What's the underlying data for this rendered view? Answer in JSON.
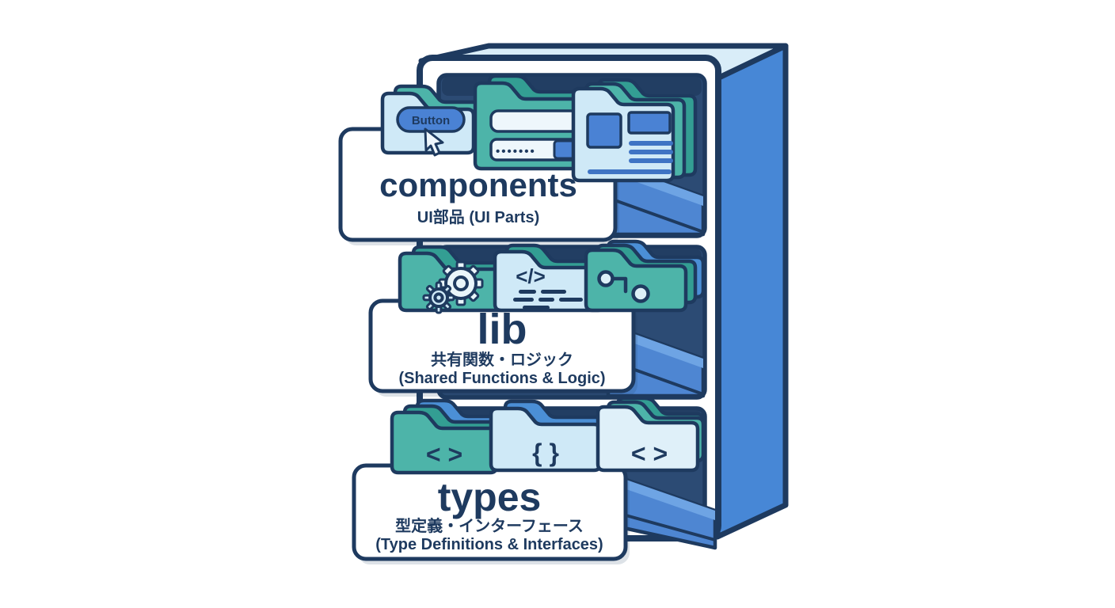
{
  "illustration": {
    "kind": "isometric-drawer-cabinet-folder-structure",
    "background": "#ffffff",
    "palette": {
      "outline_navy": "#1e3a5f",
      "drawer_interior": "#2c4b74",
      "drawer_interior_dark": "#223e63",
      "teal_folder": "#4db4a9",
      "teal_folder_dark": "#339e93",
      "light_blue_folder": "#cfe9f7",
      "blue_accent": "#4a82d4",
      "folder_blue": "#4b8fd6",
      "cabinet_side_blue": "#4787d6",
      "cabinet_top_blue": "#d9edf8",
      "tray_blue": "#4e86d2",
      "tray_blue_light": "#6ea4e4",
      "card_white": "#ffffff"
    },
    "drawers": [
      {
        "id": "components",
        "title": "components",
        "subtitles": [
          "UI部品 (UI Parts)"
        ],
        "content": {
          "button_label": "Button",
          "password_dots": "•••••••",
          "icons": [
            "button-with-cursor",
            "form-inputs",
            "card-layout"
          ]
        }
      },
      {
        "id": "lib",
        "title": "lib",
        "subtitles": [
          "共有関数・ロジック",
          "(Shared Functions & Logic)"
        ],
        "content": {
          "code_glyph": "</>",
          "icons": [
            "gears",
            "code-file-lines",
            "node-graph"
          ]
        }
      },
      {
        "id": "types",
        "title": "types",
        "subtitles": [
          "型定義・インターフェース",
          "(Type Definitions & Interfaces)"
        ],
        "content": {
          "left_glyph": "< >",
          "middle_glyph": "{ }",
          "right_glyph": "< >",
          "icons": [
            "angle-brackets-folder",
            "curly-braces-folder",
            "angle-brackets-folder"
          ]
        }
      }
    ]
  }
}
